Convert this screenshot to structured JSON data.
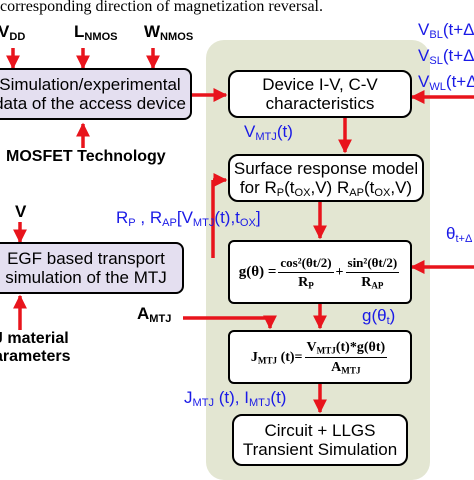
{
  "caption_fragment": "corresponding direction of magnetization reversal.",
  "inputs": {
    "vdd": "V",
    "vdd_sub": "DD",
    "lnmos": "L",
    "lnmos_sub": "NMOS",
    "wnmos": "W",
    "wnmos_sub": "NMOS",
    "mosfet_tech": "MOSFET Technology",
    "v_label": "V",
    "material_line1": "J material",
    "material_line2": "arameters",
    "amtj": "A",
    "amtj_sub": "MTJ"
  },
  "boxes": {
    "sim_exp_line1": "Simulation/experimental",
    "sim_exp_line2": "data of the access device",
    "egf_line1": "EGF based transport",
    "egf_line2": "simulation of the MTJ",
    "device_iv_line1": "Device I-V, C-V",
    "device_iv_line2": "characteristics",
    "surface_line1": "Surface response model",
    "surface_line2_a": "for R",
    "surface_line2_b": "P",
    "surface_line2_c": "(t",
    "surface_line2_d": "OX",
    "surface_line2_e": ",V) R",
    "surface_line2_f": "AP",
    "surface_line2_g": "(t",
    "surface_line2_h": "OX",
    "surface_line2_i": ",V)",
    "circuit_line1": "Circuit + LLGS",
    "circuit_line2": "Transient Simulation"
  },
  "formula_g": {
    "lhs": "g(θ) =",
    "cos_num": "cos²(θt/2)",
    "cos_den": "R",
    "cos_den_sub": "P",
    "plus": "+",
    "sin_num": "sin²(θt/2)",
    "sin_den": "R",
    "sin_den_sub": "AP"
  },
  "formula_j": {
    "lhs": "J",
    "lhs_sub": "MTJ",
    "lhs_rest": " (t)=",
    "num": "V",
    "num_sub": "MTJ",
    "num_rest": "(t)*g(θt)",
    "den": "A",
    "den_sub": "MTJ"
  },
  "signals": {
    "vbl": "V",
    "vbl_sub": "BL",
    "vbl_rest": "(t+Δ",
    "vsl": "V",
    "vsl_sub": "SL",
    "vsl_rest": "(t+Δ",
    "vwl": "V",
    "vwl_sub": "WL",
    "vwl_rest": "(t+Δ",
    "vmtj": "V",
    "vmtj_sub": "MTJ",
    "vmtj_rest": "(t)",
    "rp_rap_a": "R",
    "rp_rap_b": "P",
    "rp_rap_c": " , R",
    "rp_rap_d": "AP",
    "rp_rap_e": "[V",
    "rp_rap_f": "MTJ",
    "rp_rap_g": "(t),t",
    "rp_rap_h": "OX",
    "rp_rap_i": "]",
    "theta": "θ",
    "theta_sub": "t+Δ",
    "gtheta": "g(θ",
    "gtheta_sub": "t",
    "gtheta_rest": ")",
    "jmtj_a": "J",
    "jmtj_b": "MTJ",
    "jmtj_c": " (t), I",
    "jmtj_d": "MTJ",
    "jmtj_e": "(t)"
  },
  "colors": {
    "arrow": "#e8141c",
    "blue_text": "#1a1ae6",
    "panel_bg": "#e3e6d2",
    "box_bg": "#ffffff",
    "lavender_box": "#e4dff0"
  }
}
